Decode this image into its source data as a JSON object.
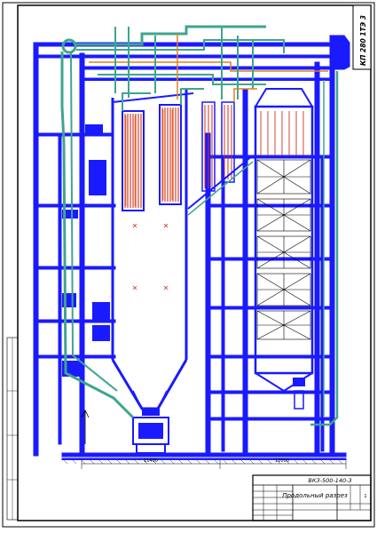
{
  "drawing": {
    "stamp_code": "КП 280 1ТЭ 3",
    "title": "Продольный разрез",
    "designation": "ВКЗ-500-140-3",
    "dimension_left": "11400",
    "dimension_right": "12000",
    "sheet_number": "1"
  },
  "colors": {
    "structure": "#1a1aff",
    "pipe_teal": "#3fa58f",
    "pipe_orange": "#e08020",
    "coil_red": "#d03020",
    "ink": "#000000"
  }
}
